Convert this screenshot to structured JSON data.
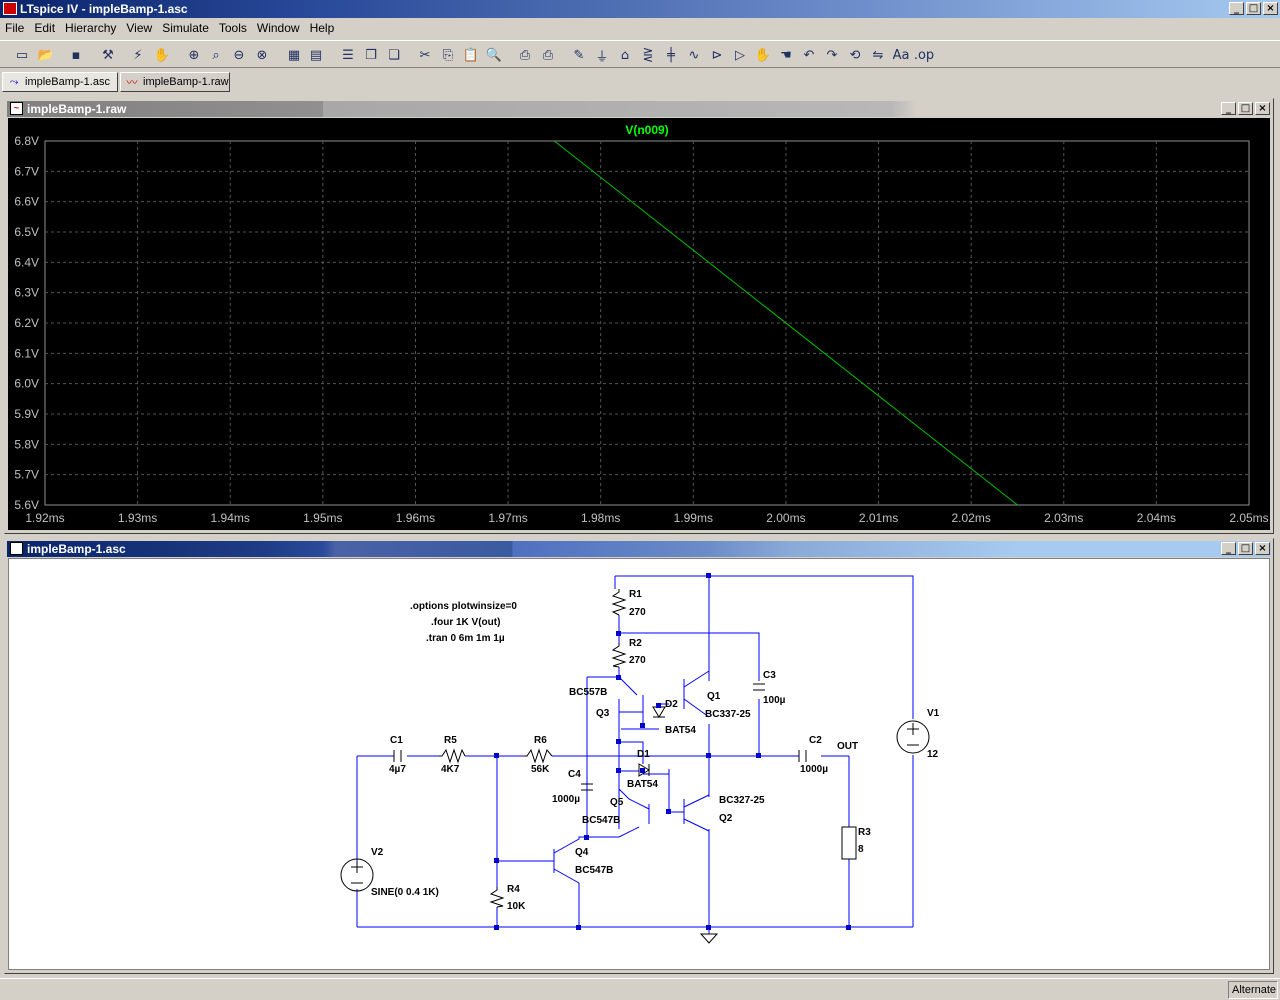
{
  "window": {
    "title": "LTspice IV - impleBamp-1.asc"
  },
  "menu": [
    "File",
    "Edit",
    "Hierarchy",
    "View",
    "Simulate",
    "Tools",
    "Window",
    "Help"
  ],
  "tabs": [
    {
      "label": "impleBamp-1.asc"
    },
    {
      "label": "impleBamp-1.raw"
    }
  ],
  "plot_window": {
    "title": "impleBamp-1.raw"
  },
  "schematic_window": {
    "title": "impleBamp-1.asc"
  },
  "status": {
    "mode": "Alternate"
  },
  "colors": {
    "trace": "#00c000",
    "trace_label": "#00ff00",
    "wire": "#0000ff",
    "junction": "#0000cc",
    "grid": "#555555",
    "axis_text": "#c0c0c0"
  },
  "chart_data": {
    "type": "line",
    "title": "V(n009)",
    "series": [
      {
        "name": "V(n009)",
        "x": [
          "1.975ms",
          "2.025ms"
        ],
        "y": [
          6.8,
          5.6
        ]
      }
    ],
    "x_ticks": [
      "1.92ms",
      "1.93ms",
      "1.94ms",
      "1.95ms",
      "1.96ms",
      "1.97ms",
      "1.98ms",
      "1.99ms",
      "2.00ms",
      "2.01ms",
      "2.02ms",
      "2.03ms",
      "2.04ms",
      "2.05ms"
    ],
    "y_ticks": [
      "6.8V",
      "6.7V",
      "6.6V",
      "6.5V",
      "6.4V",
      "6.3V",
      "6.2V",
      "6.1V",
      "6.0V",
      "5.9V",
      "5.8V",
      "5.7V",
      "5.6V"
    ],
    "xlim": [
      1.92,
      2.05
    ],
    "ylim": [
      5.6,
      6.8
    ],
    "grid": true
  },
  "schematic": {
    "directives": [
      ".options plotwinsize=0",
      ".four 1K V(out)",
      ".tran 0 6m 1m 1µ"
    ],
    "components": [
      {
        "ref": "R1",
        "value": "270"
      },
      {
        "ref": "R2",
        "value": "270"
      },
      {
        "ref": "C3",
        "value": "100µ"
      },
      {
        "ref": "Q1",
        "value": "BC337-25"
      },
      {
        "ref": "Q3",
        "value": "BC557B"
      },
      {
        "ref": "D2",
        "value": "BAT54"
      },
      {
        "ref": "D1",
        "value": "BAT54"
      },
      {
        "ref": "C1",
        "value": "4µ7"
      },
      {
        "ref": "R5",
        "value": "4K7"
      },
      {
        "ref": "R6",
        "value": "56K"
      },
      {
        "ref": "C4",
        "value": "1000µ"
      },
      {
        "ref": "Q5",
        "value": "BC547B"
      },
      {
        "ref": "Q2",
        "value": "BC327-25"
      },
      {
        "ref": "C2",
        "value": "1000µ"
      },
      {
        "ref": "R3",
        "value": "8"
      },
      {
        "ref": "V1",
        "value": "12"
      },
      {
        "ref": "V2",
        "value": "SINE(0 0.4 1K)"
      },
      {
        "ref": "Q4",
        "value": "BC547B"
      },
      {
        "ref": "R4",
        "value": "10K"
      }
    ],
    "net_labels": [
      "OUT"
    ]
  }
}
